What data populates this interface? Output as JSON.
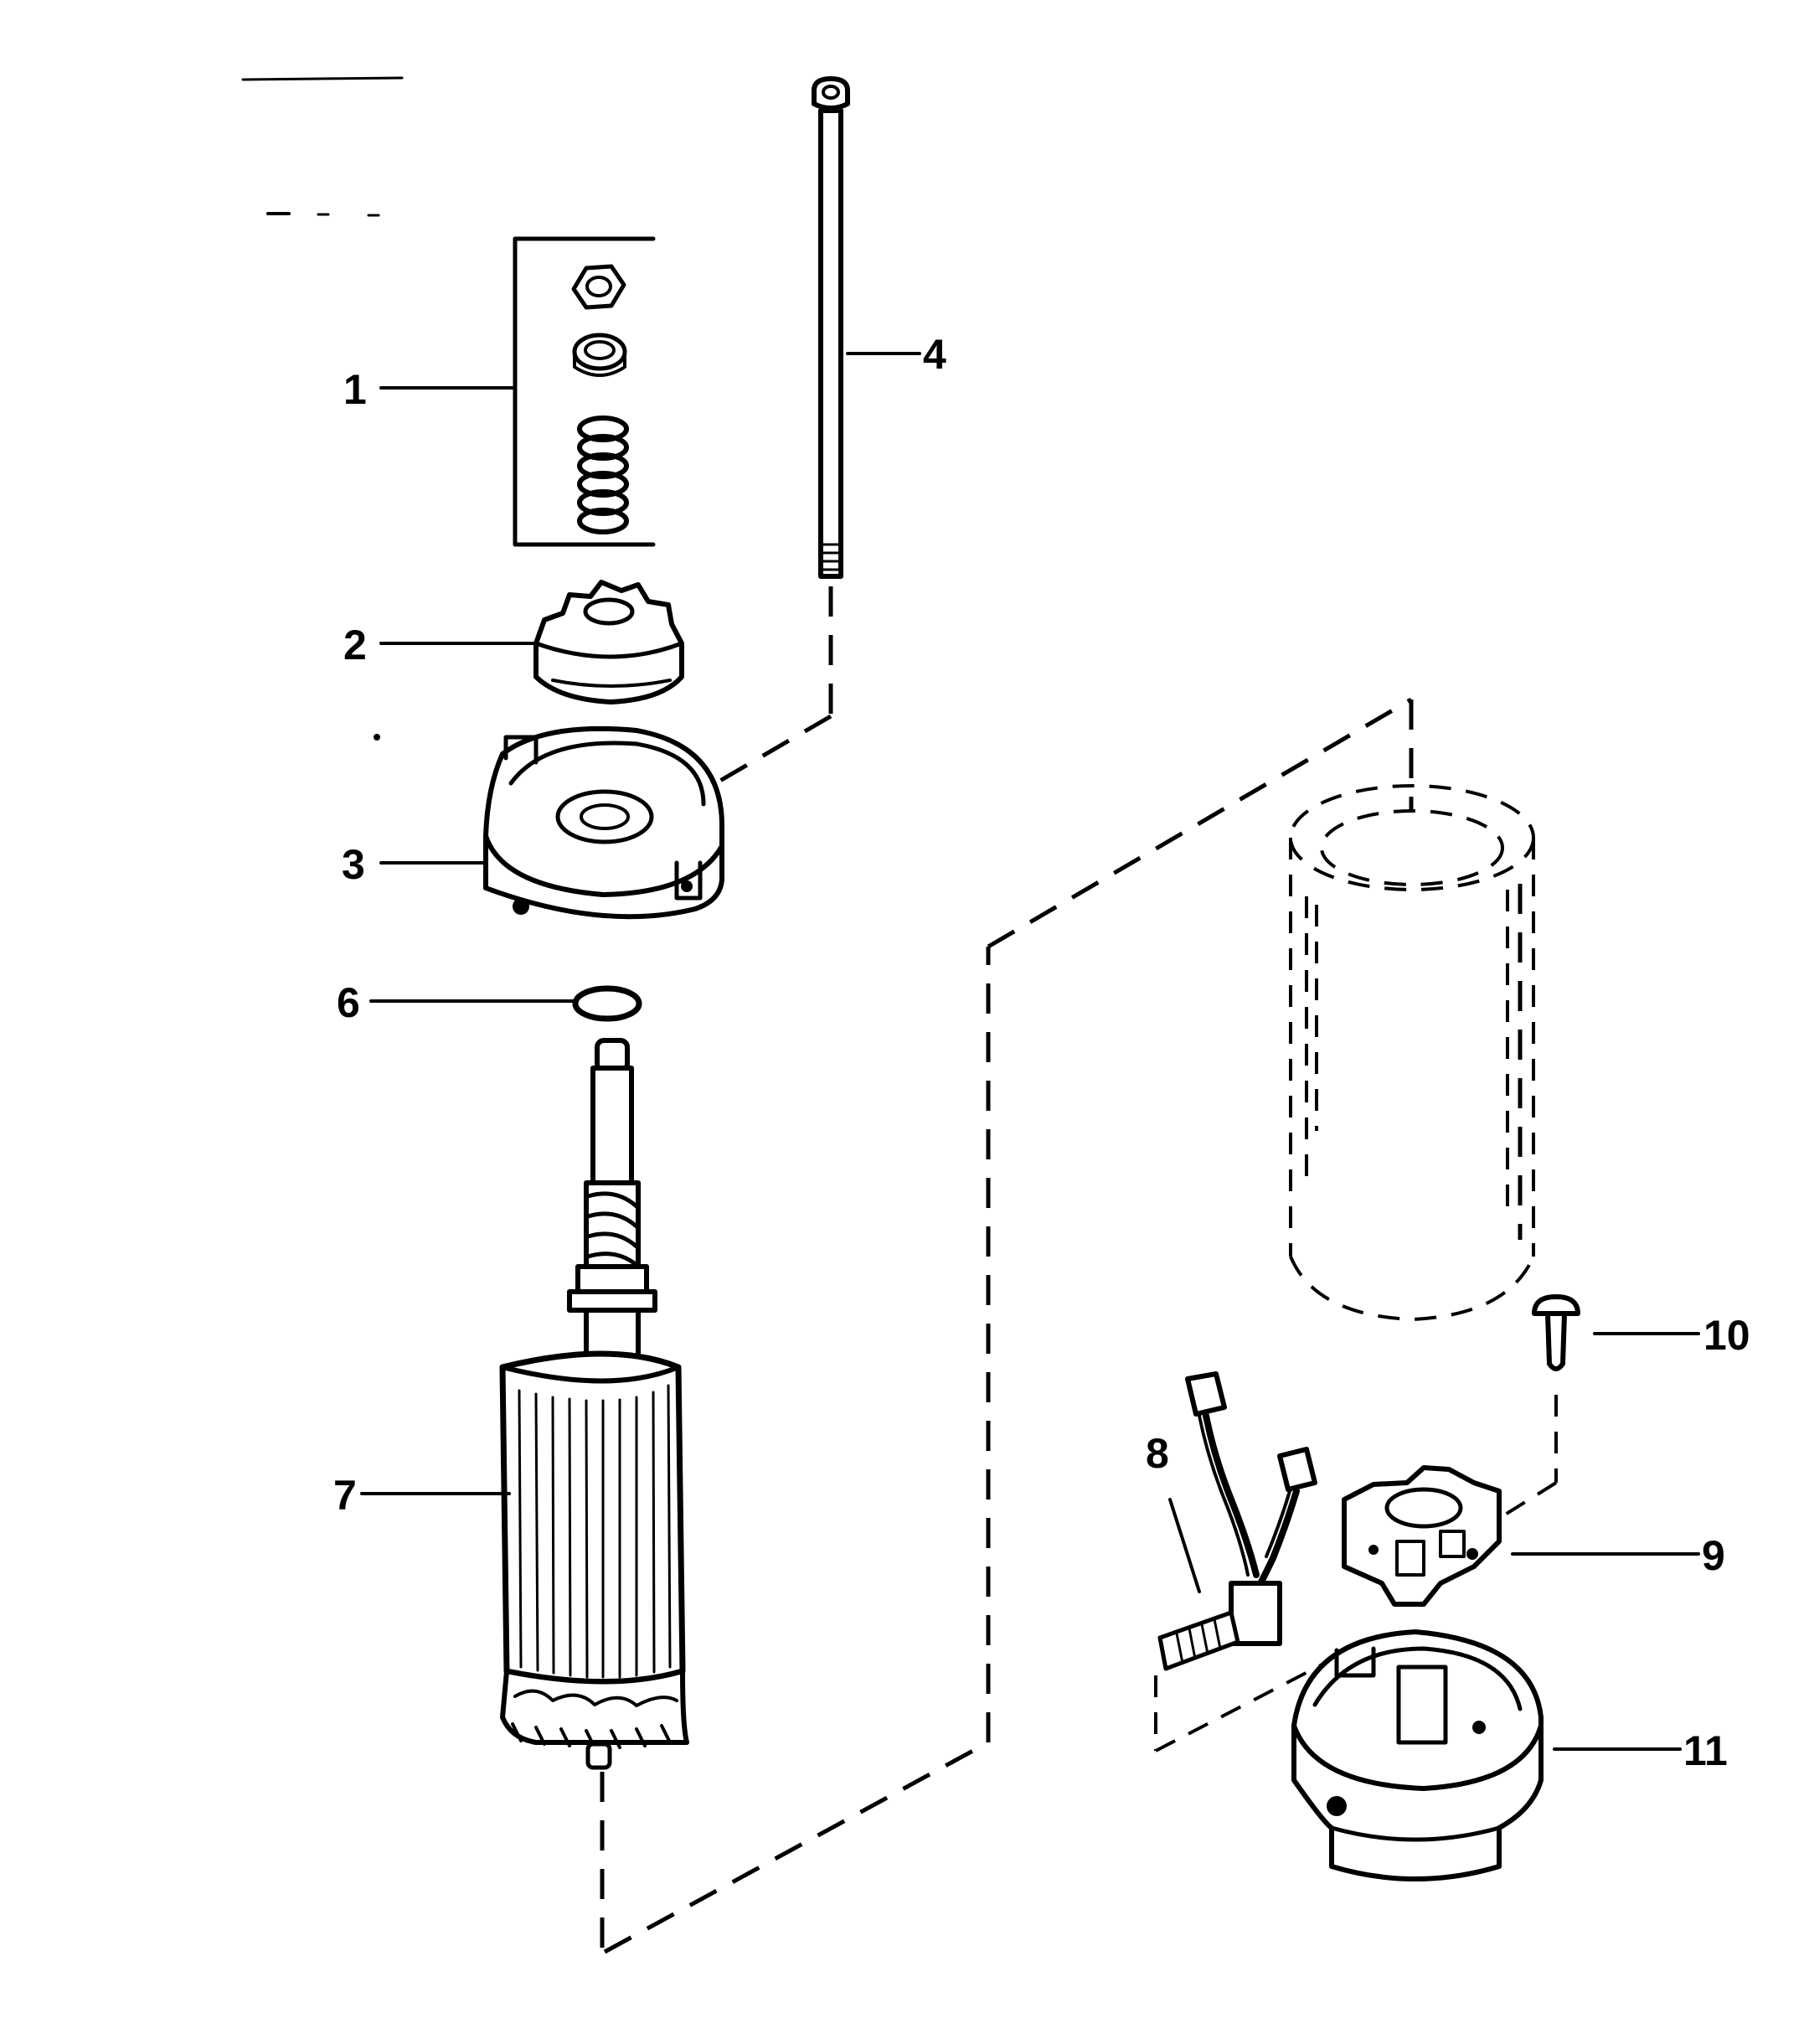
{
  "diagram": {
    "type": "exploded-parts-view",
    "callouts": [
      {
        "id": "1",
        "label": "1"
      },
      {
        "id": "2",
        "label": "2"
      },
      {
        "id": "3",
        "label": "3"
      },
      {
        "id": "4",
        "label": "4"
      },
      {
        "id": "6",
        "label": "6"
      },
      {
        "id": "7",
        "label": "7"
      },
      {
        "id": "8",
        "label": "8"
      },
      {
        "id": "9",
        "label": "9"
      },
      {
        "id": "10",
        "label": "10"
      },
      {
        "id": "11",
        "label": "11"
      }
    ],
    "colors": {
      "ink": "#000000",
      "paper": "#ffffff"
    }
  }
}
